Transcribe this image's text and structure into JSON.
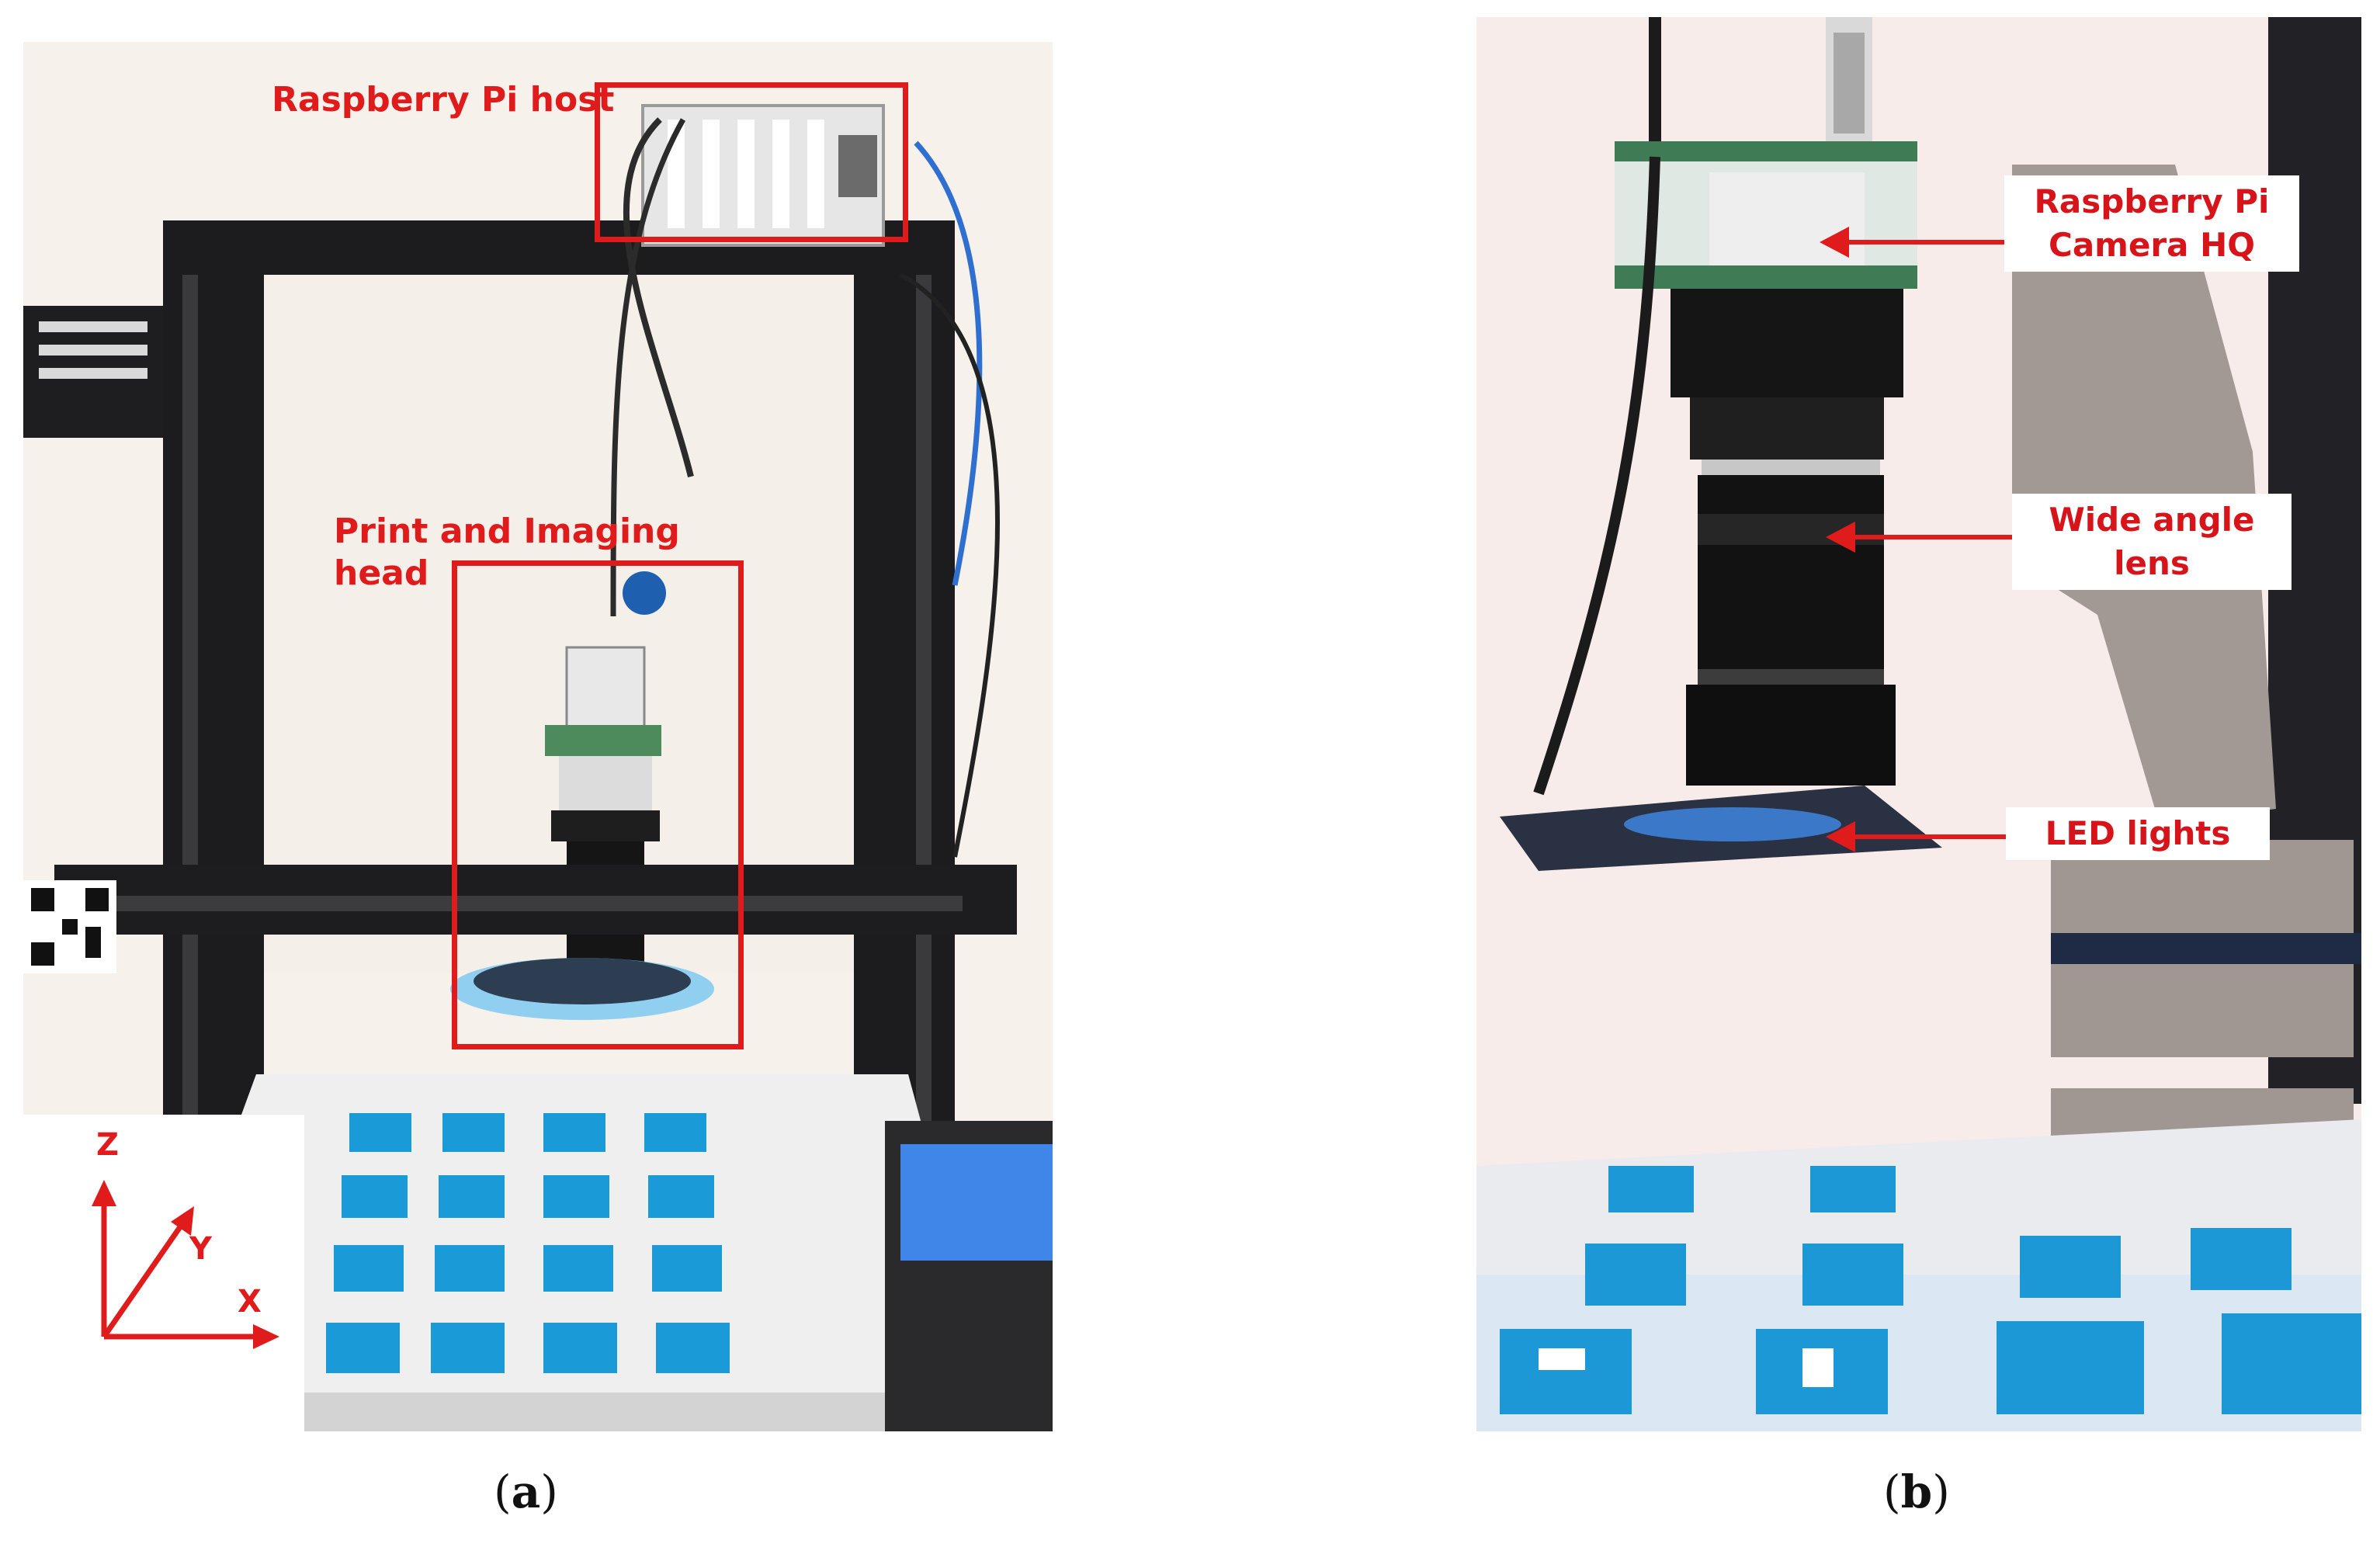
{
  "panel_a": {
    "labels": {
      "pi_host": "Raspberry Pi host",
      "head_line1": "Print and Imaging",
      "head_line2": "head"
    },
    "axes": {
      "z": "Z",
      "y": "Y",
      "x": "X"
    },
    "caption_open": "(",
    "caption_letter": "a",
    "caption_close": ")"
  },
  "panel_b": {
    "callouts": {
      "camera_line1": "Raspberry Pi",
      "camera_line2": "Camera HQ",
      "lens_line1": "Wide angle",
      "lens_line2": "lens",
      "led": "LED lights"
    },
    "caption_open": "(",
    "caption_letter": "b",
    "caption_close": ")"
  },
  "colors": {
    "annotation_red": "#e01b1b",
    "frame_black": "#1c1c1e",
    "marker_blue": "#1a9ad6"
  }
}
